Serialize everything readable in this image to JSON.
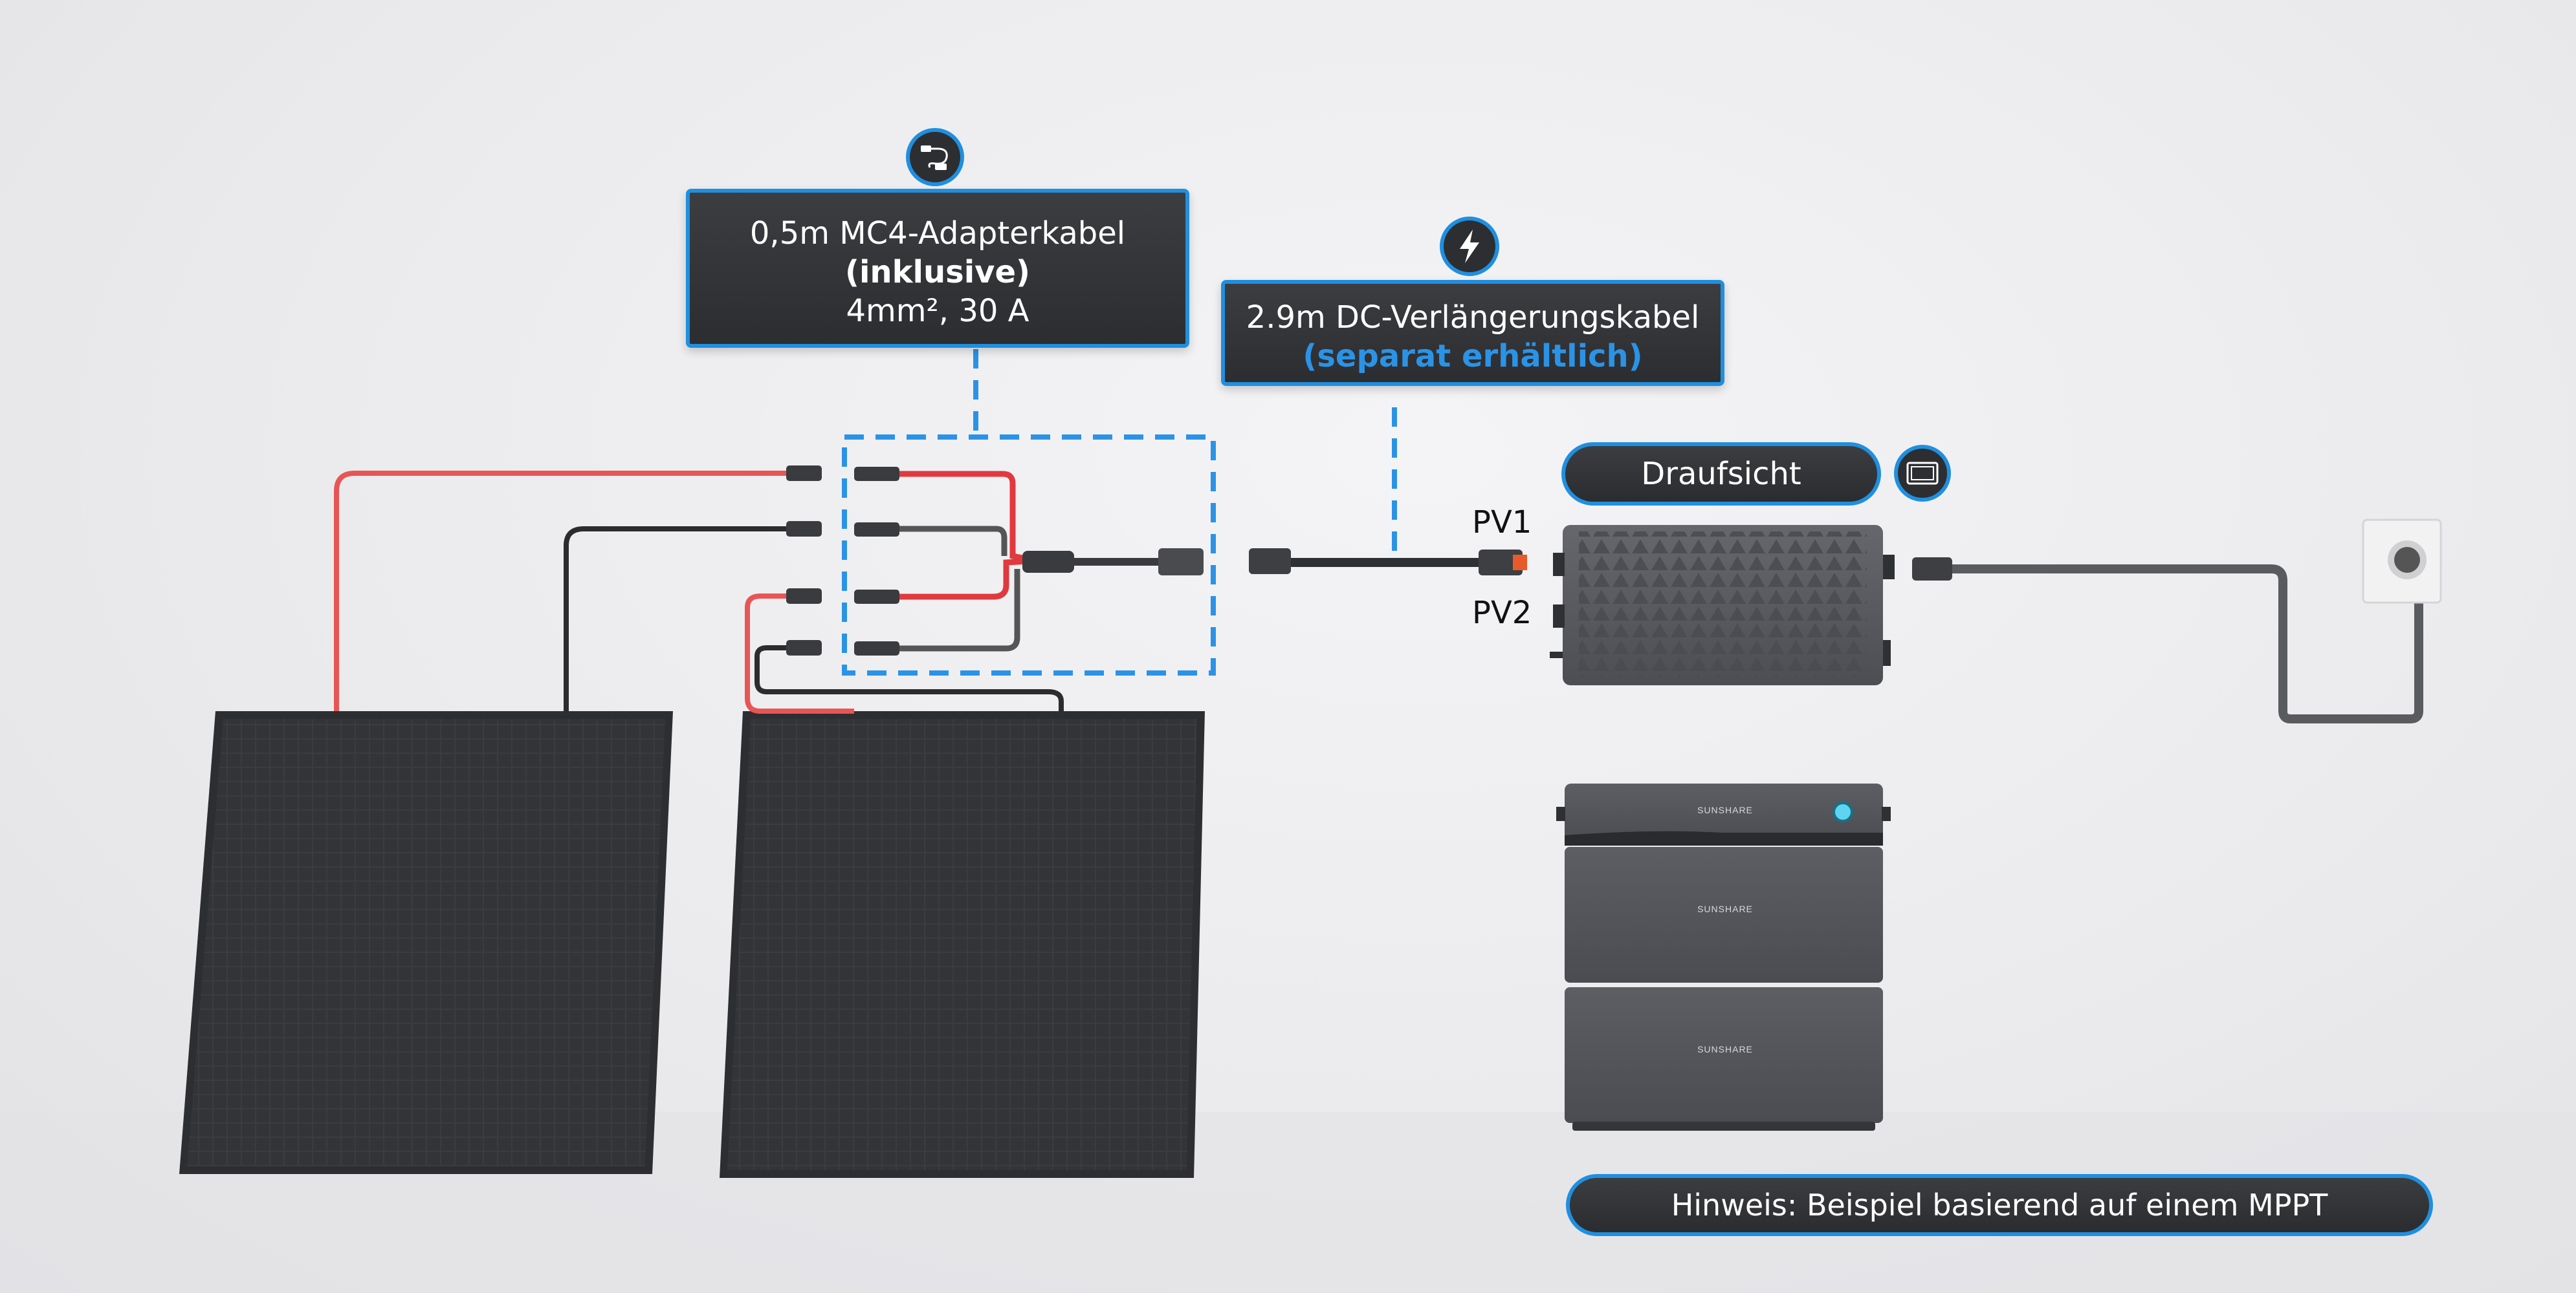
{
  "adapter_box": {
    "line1": "0,5m MC4-Adapterkabel",
    "line2": "(inklusive)",
    "line3": "4mm², 30 A"
  },
  "extension_box": {
    "line1": "2.9m DC-Verlängerungskabel",
    "line2": "(separat erhältlich)"
  },
  "topview": {
    "label": "Draufsicht"
  },
  "ports": {
    "pv1": "PV1",
    "pv2": "PV2"
  },
  "note": {
    "text": "Hinweis: Beispiel basierend auf einem MPPT"
  },
  "brand": {
    "unit_top": "SUNSHARE",
    "unit_mid": "SUNSHARE",
    "unit_bottom": "SUNSHARE"
  },
  "colors": {
    "accent": "#1f8fe0",
    "cable_red": "#e85555",
    "cable_black": "#2c2c2c",
    "panel": "#3a3a3d",
    "device": "#55575c"
  },
  "icons": {
    "adapter": "cable-adapter-icon",
    "extension": "lightning-icon",
    "topview": "screen-icon"
  }
}
